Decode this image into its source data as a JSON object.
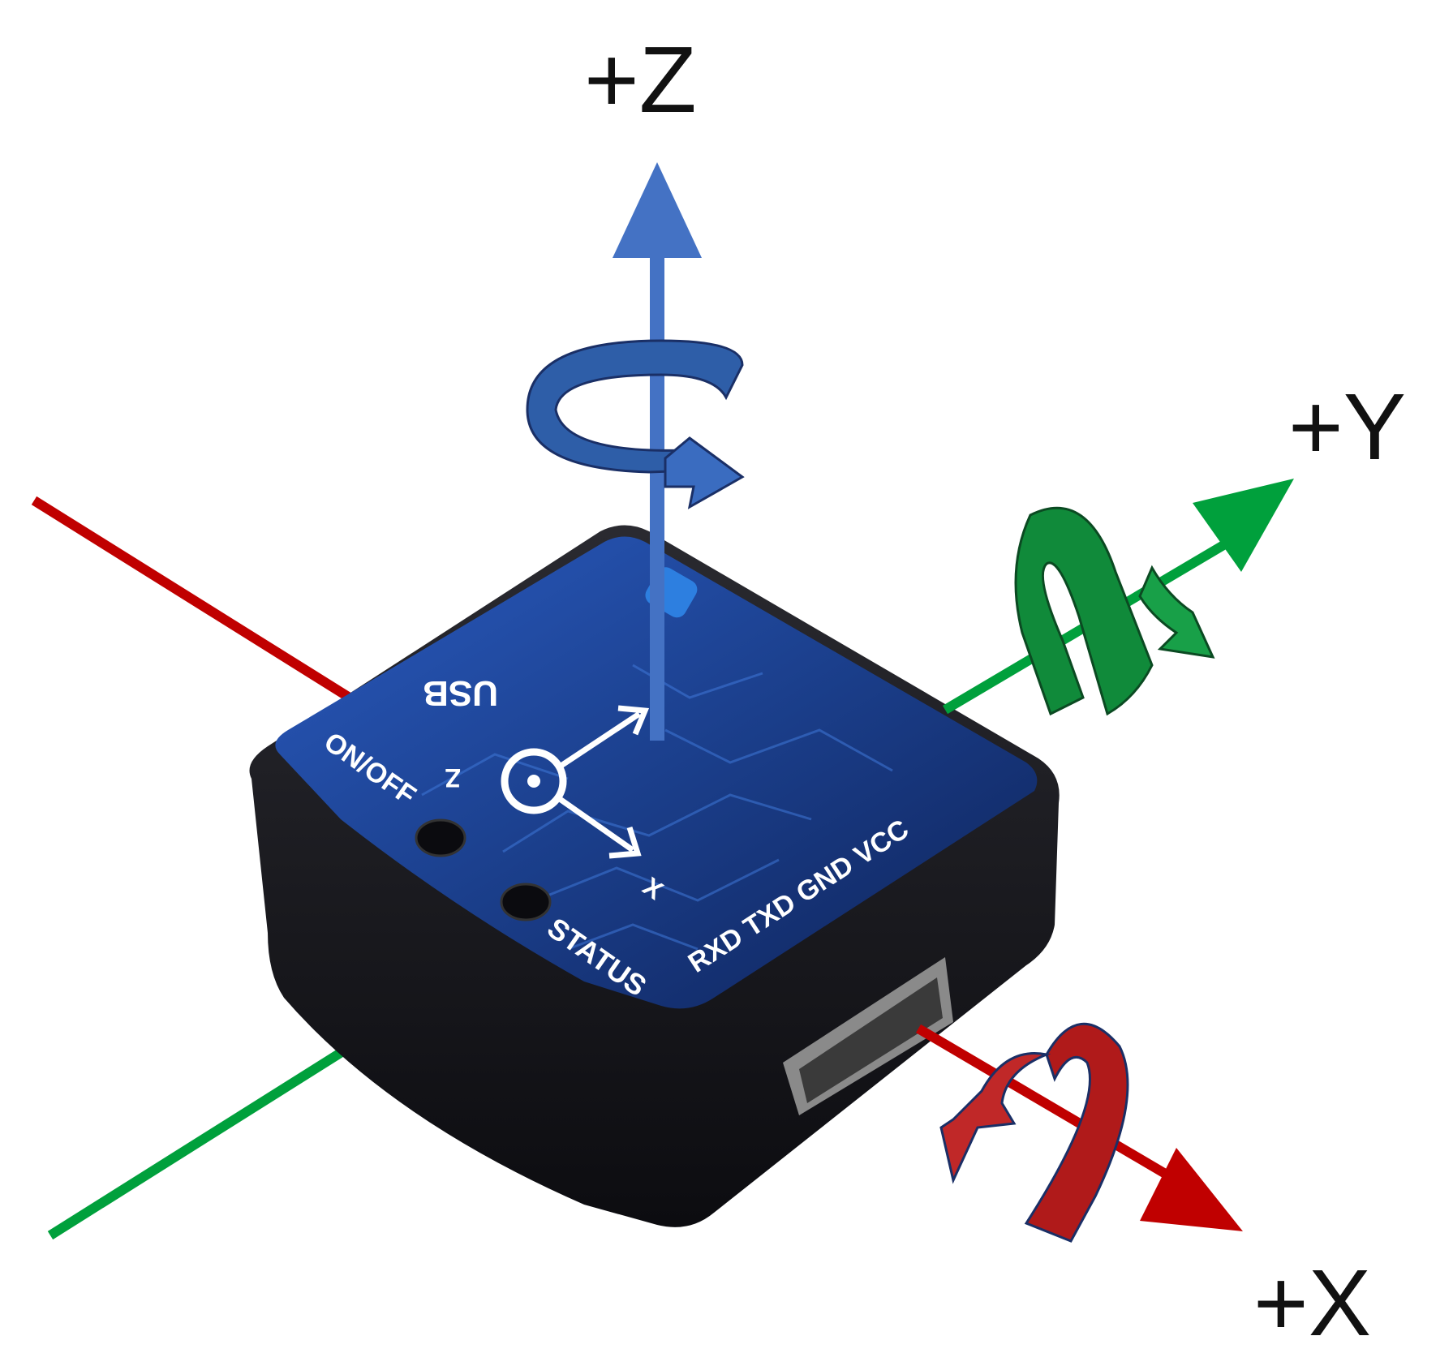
{
  "axes": {
    "z": {
      "label": "+Z",
      "color": "#4472C4"
    },
    "y": {
      "label": "+Y",
      "color": "#00A03C"
    },
    "x": {
      "label": "+X",
      "color": "#C00000"
    }
  },
  "rotation_arrows": {
    "z_color": "#2E5EA8",
    "y_color": "#108A3A",
    "x_color": "#B01A1A"
  },
  "device": {
    "body_color": "#1a1a1e",
    "top_color": "#1B3F8C",
    "printed_labels": {
      "usb": "USB",
      "on_off": "ON/OFF",
      "status": "STATUS",
      "pins": "RXD TXD GND VCC",
      "axis_x": "X",
      "axis_z": "Z"
    }
  }
}
